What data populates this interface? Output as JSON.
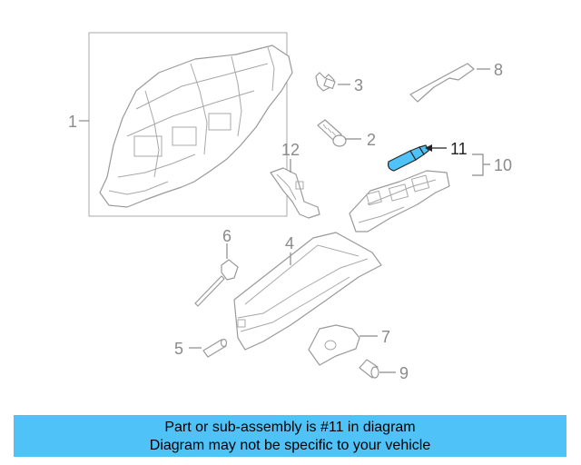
{
  "callouts": {
    "c1": "1",
    "c2": "2",
    "c3": "3",
    "c4": "4",
    "c5": "5",
    "c6": "6",
    "c7": "7",
    "c8": "8",
    "c9": "9",
    "c10": "10",
    "c11": "11",
    "c12": "12"
  },
  "highlight_color": "#4fc3f7",
  "banner": {
    "line1": "Part or sub-assembly is #11 in diagram",
    "line2": "Diagram may not be specific to your vehicle"
  }
}
